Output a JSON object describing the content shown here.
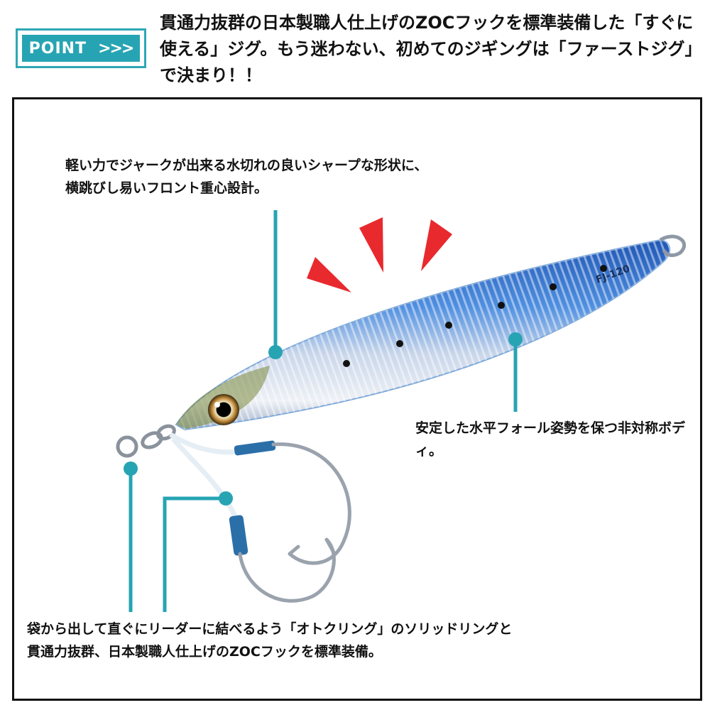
{
  "badge": {
    "label": "POINT",
    "arrows": ">>>"
  },
  "headline": "貫通力抜群の日本製職人仕上げのZOCフックを標準装備した「すぐに使える」ジグ。もう迷わない、初めてのジギングは「ファーストジグ」で決まり！！",
  "callouts": {
    "shape": "軽い力でジャークが出来る水切れの良いシャープな形状に、横跳びし易いフロント重心設計。",
    "body": "安定した水平フォール姿勢を保つ非対称ボディ。",
    "ring": "袋から出して直ぐにリーダーに結べるよう「オトクリング」のソリッドリングと貫通力抜群、日本製職人仕上げのZOCフックを標準装備。"
  },
  "lure": {
    "model_text": "FJ-120"
  },
  "colors": {
    "accent": "#27a4b3",
    "warning": "#e8292e",
    "body_blue": "#3a7fd0"
  }
}
